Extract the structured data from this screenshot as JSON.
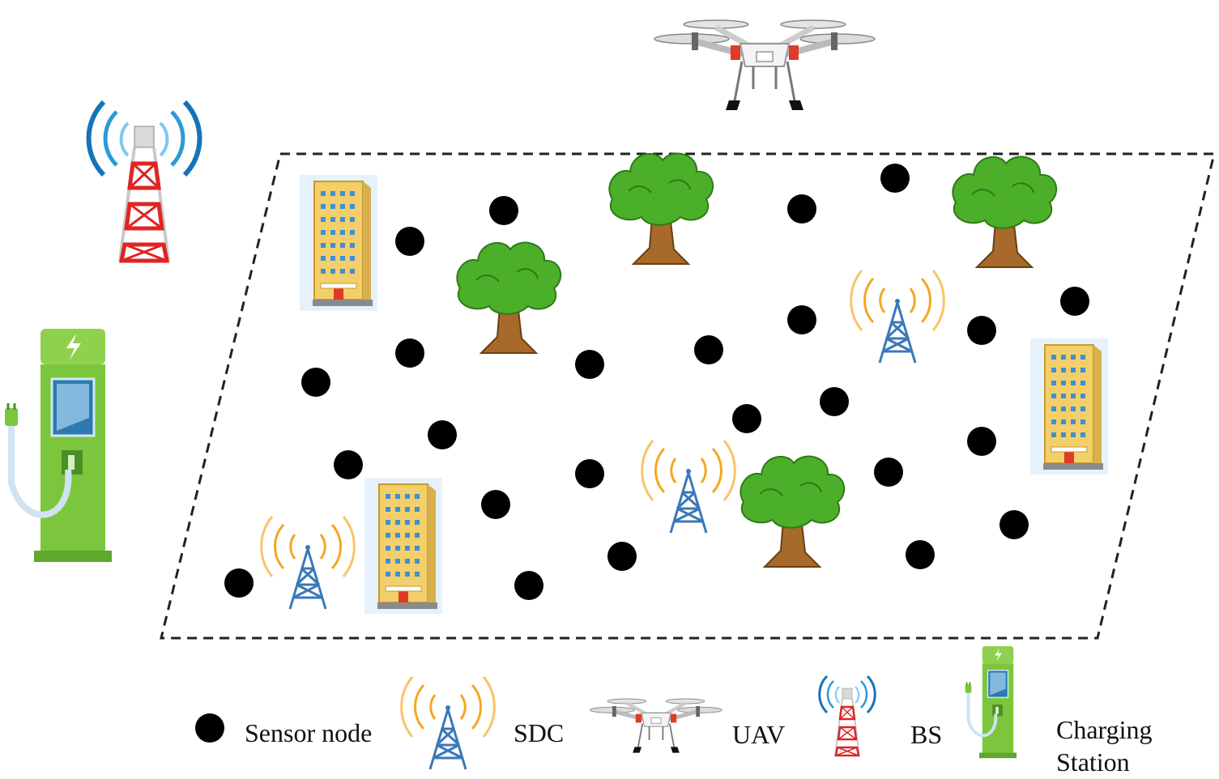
{
  "legend": {
    "sensor_node": "Sensor node",
    "sdc": "SDC",
    "uav": "UAV",
    "bs": "BS",
    "charging_line1": "Charging",
    "charging_line2": "Station"
  },
  "colors": {
    "sensor_node": "#000000",
    "tower_steel": "#3a78b8",
    "signal_orange": "#f5a623",
    "signal_blue": "#2a9ad8",
    "bs_red": "#e02424",
    "tree_green": "#4caf2a",
    "trunk_brown": "#a86a2a",
    "building_yellow": "#f3cf6b",
    "charger_green": "#7cc63e"
  },
  "icons": [
    "sensor-node-icon",
    "sdc-tower-icon",
    "uav-drone-icon",
    "bs-tower-icon",
    "charging-station-icon",
    "tree-icon",
    "building-icon"
  ]
}
